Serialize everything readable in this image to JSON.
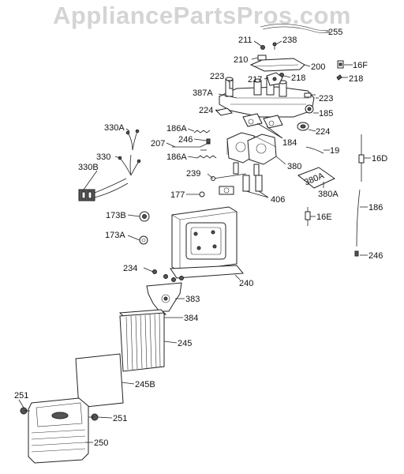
{
  "watermark": "AppliancePartsPros.com",
  "callouts": [
    {
      "id": "255",
      "text": "255"
    },
    {
      "id": "211",
      "text": "211"
    },
    {
      "id": "238",
      "text": "238"
    },
    {
      "id": "210",
      "text": "210"
    },
    {
      "id": "200",
      "text": "200"
    },
    {
      "id": "16F",
      "text": "16F"
    },
    {
      "id": "218a",
      "text": "218"
    },
    {
      "id": "218b",
      "text": "218"
    },
    {
      "id": "223a",
      "text": "223"
    },
    {
      "id": "217",
      "text": "217"
    },
    {
      "id": "387A",
      "text": "387A"
    },
    {
      "id": "223b",
      "text": "223"
    },
    {
      "id": "224a",
      "text": "224"
    },
    {
      "id": "185",
      "text": "185"
    },
    {
      "id": "224b",
      "text": "224"
    },
    {
      "id": "330A",
      "text": "330A"
    },
    {
      "id": "186A_1",
      "text": "186A"
    },
    {
      "id": "246a",
      "text": "246"
    },
    {
      "id": "207",
      "text": "207"
    },
    {
      "id": "184",
      "text": "184"
    },
    {
      "id": "19",
      "text": "19"
    },
    {
      "id": "330",
      "text": "330"
    },
    {
      "id": "330B",
      "text": "330B"
    },
    {
      "id": "186A_2",
      "text": "186A"
    },
    {
      "id": "380",
      "text": "380"
    },
    {
      "id": "16D",
      "text": "16D"
    },
    {
      "id": "239",
      "text": "239"
    },
    {
      "id": "380A",
      "text": "380A"
    },
    {
      "id": "177",
      "text": "177"
    },
    {
      "id": "406",
      "text": "406"
    },
    {
      "id": "186",
      "text": "186"
    },
    {
      "id": "173B",
      "text": "173B"
    },
    {
      "id": "16E",
      "text": "16E"
    },
    {
      "id": "173A",
      "text": "173A"
    },
    {
      "id": "246b",
      "text": "246"
    },
    {
      "id": "234",
      "text": "234"
    },
    {
      "id": "240",
      "text": "240"
    },
    {
      "id": "383",
      "text": "383"
    },
    {
      "id": "384",
      "text": "384"
    },
    {
      "id": "245",
      "text": "245"
    },
    {
      "id": "245B",
      "text": "245B"
    },
    {
      "id": "251a",
      "text": "251"
    },
    {
      "id": "251b",
      "text": "251"
    },
    {
      "id": "250",
      "text": "250"
    }
  ],
  "box_label": "380A"
}
